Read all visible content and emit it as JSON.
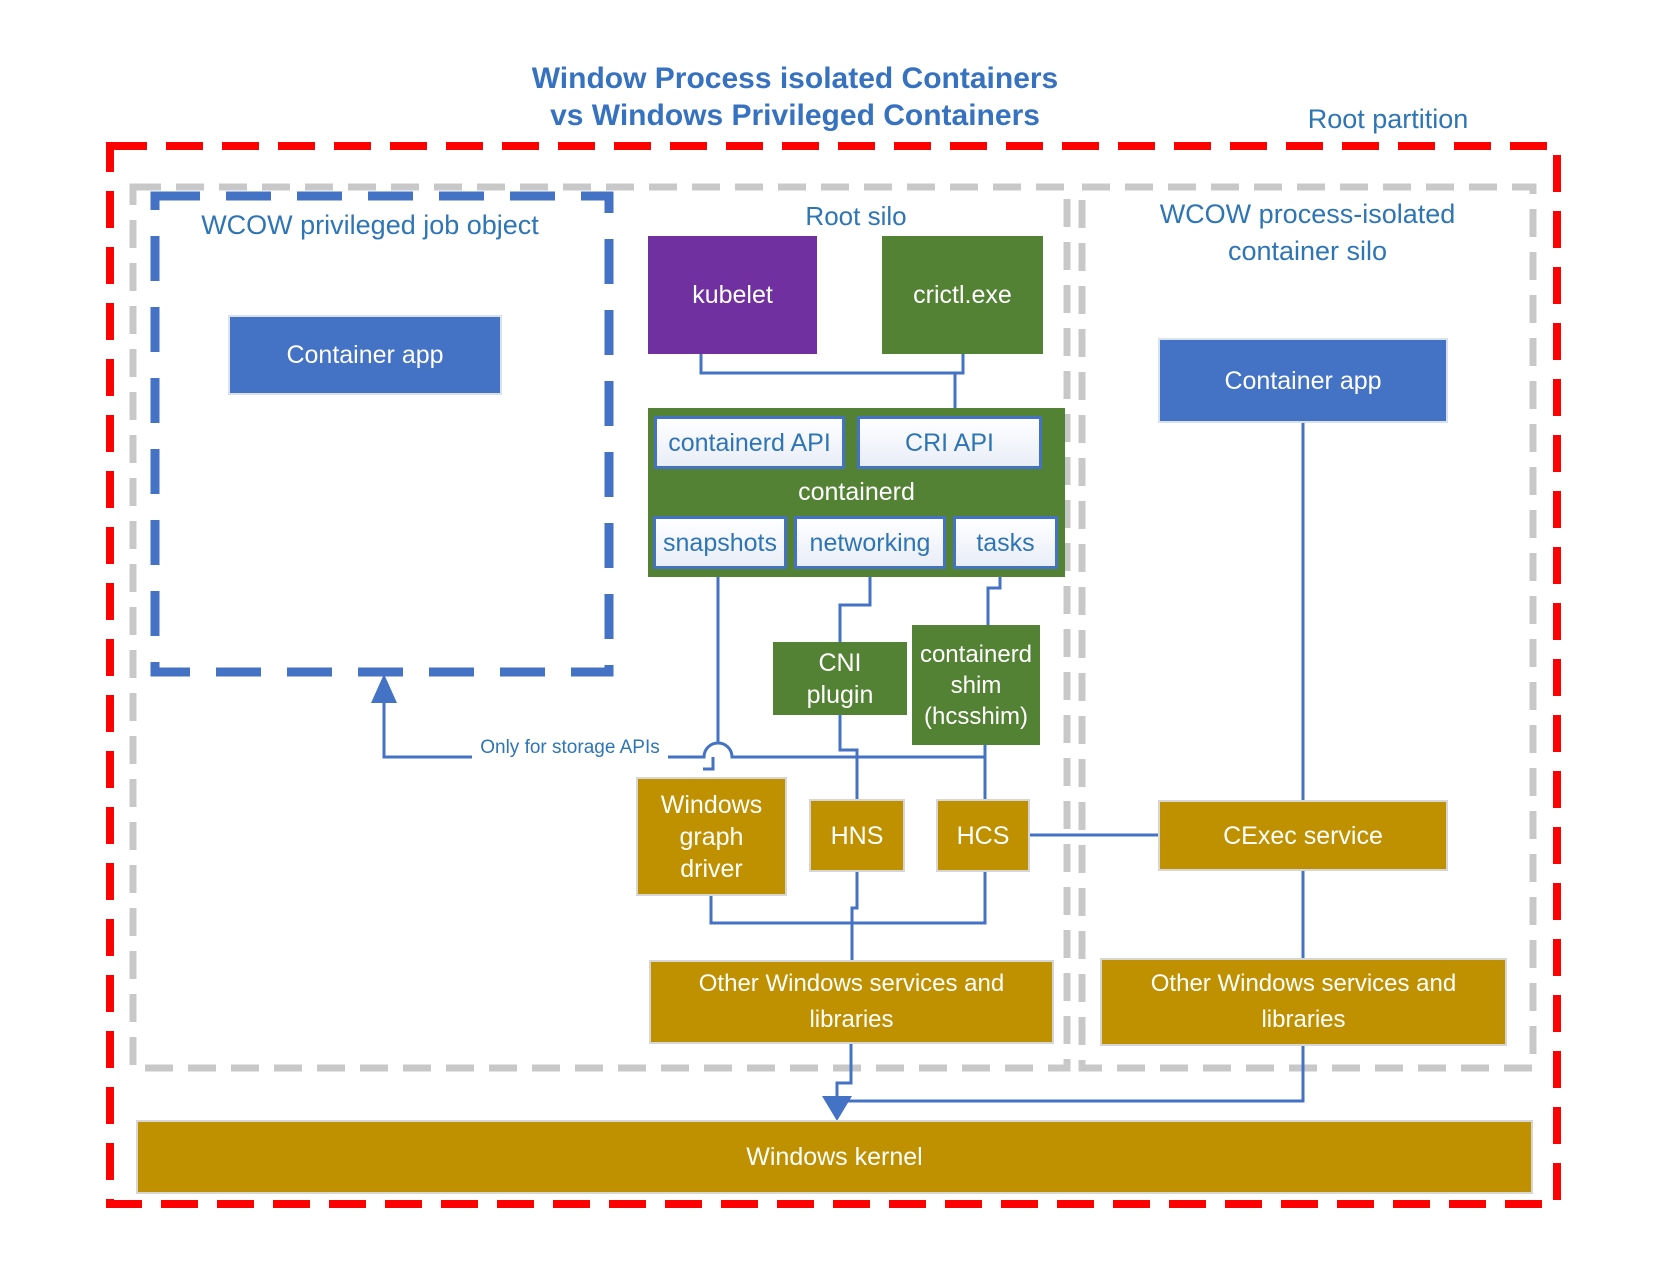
{
  "title": {
    "line1": "Window Process isolated Containers",
    "line2": "vs Windows Privileged Containers"
  },
  "labels": {
    "root_partition": "Root partition",
    "root_silo": "Root silo",
    "wcow_job_object": "WCOW privileged job object",
    "wcow_container_silo": "WCOW process-isolated\ncontainer silo",
    "storage_note": "Only for storage APIs"
  },
  "boxes": {
    "container_app_left": "Container app",
    "kubelet": "kubelet",
    "crictl": "crictl.exe",
    "containerd_api": "containerd API",
    "cri_api": "CRI API",
    "containerd": "containerd",
    "snapshots": "snapshots",
    "networking": "networking",
    "tasks": "tasks",
    "cni_plugin": "CNI\nplugin",
    "containerd_shim": "containerd\nshim\n(hcsshim)",
    "graph_driver": "Windows\ngraph\ndriver",
    "hns": "HNS",
    "hcs": "HCS",
    "cexec": "CExec service",
    "other_services_left": "Other Windows services and\nlibraries",
    "other_services_right": "Other Windows services and\nlibraries",
    "container_app_right": "Container app",
    "kernel": "Windows kernel"
  },
  "colors": {
    "box_blue": "#4472C4",
    "box_purple": "#7030A0",
    "box_green": "#548235",
    "box_gold": "#BF9000",
    "line_blue": "#4472C4",
    "border_red": "#FF0000",
    "border_gray": "#C8C8C8",
    "text_blue": "#2E75B6"
  }
}
